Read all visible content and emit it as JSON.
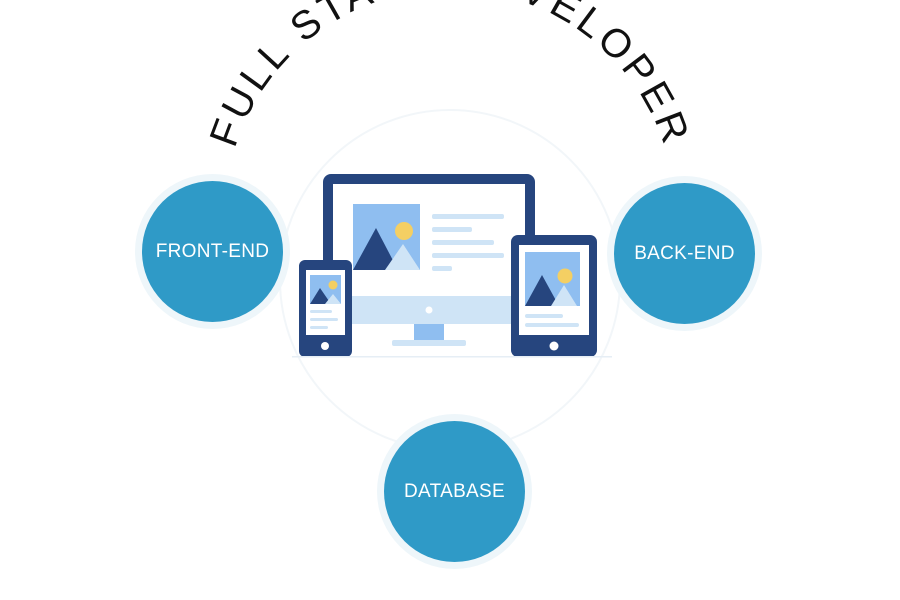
{
  "diagram": {
    "title": "FULL STACK DEVELOPER",
    "nodes": [
      {
        "label": "FRONT-END"
      },
      {
        "label": "BACK-END"
      },
      {
        "label": "DATABASE"
      }
    ],
    "illustration": {
      "icon": "responsive-devices-icon",
      "devices": [
        "monitor",
        "phone",
        "tablet"
      ]
    },
    "colors": {
      "node_fill": "#2f9ac7",
      "node_halo": "#eef6fa",
      "device_dark": "#26457e",
      "device_light": "#cfe4f6",
      "sky": "#8fbef0",
      "sun": "#f4cf63"
    }
  }
}
